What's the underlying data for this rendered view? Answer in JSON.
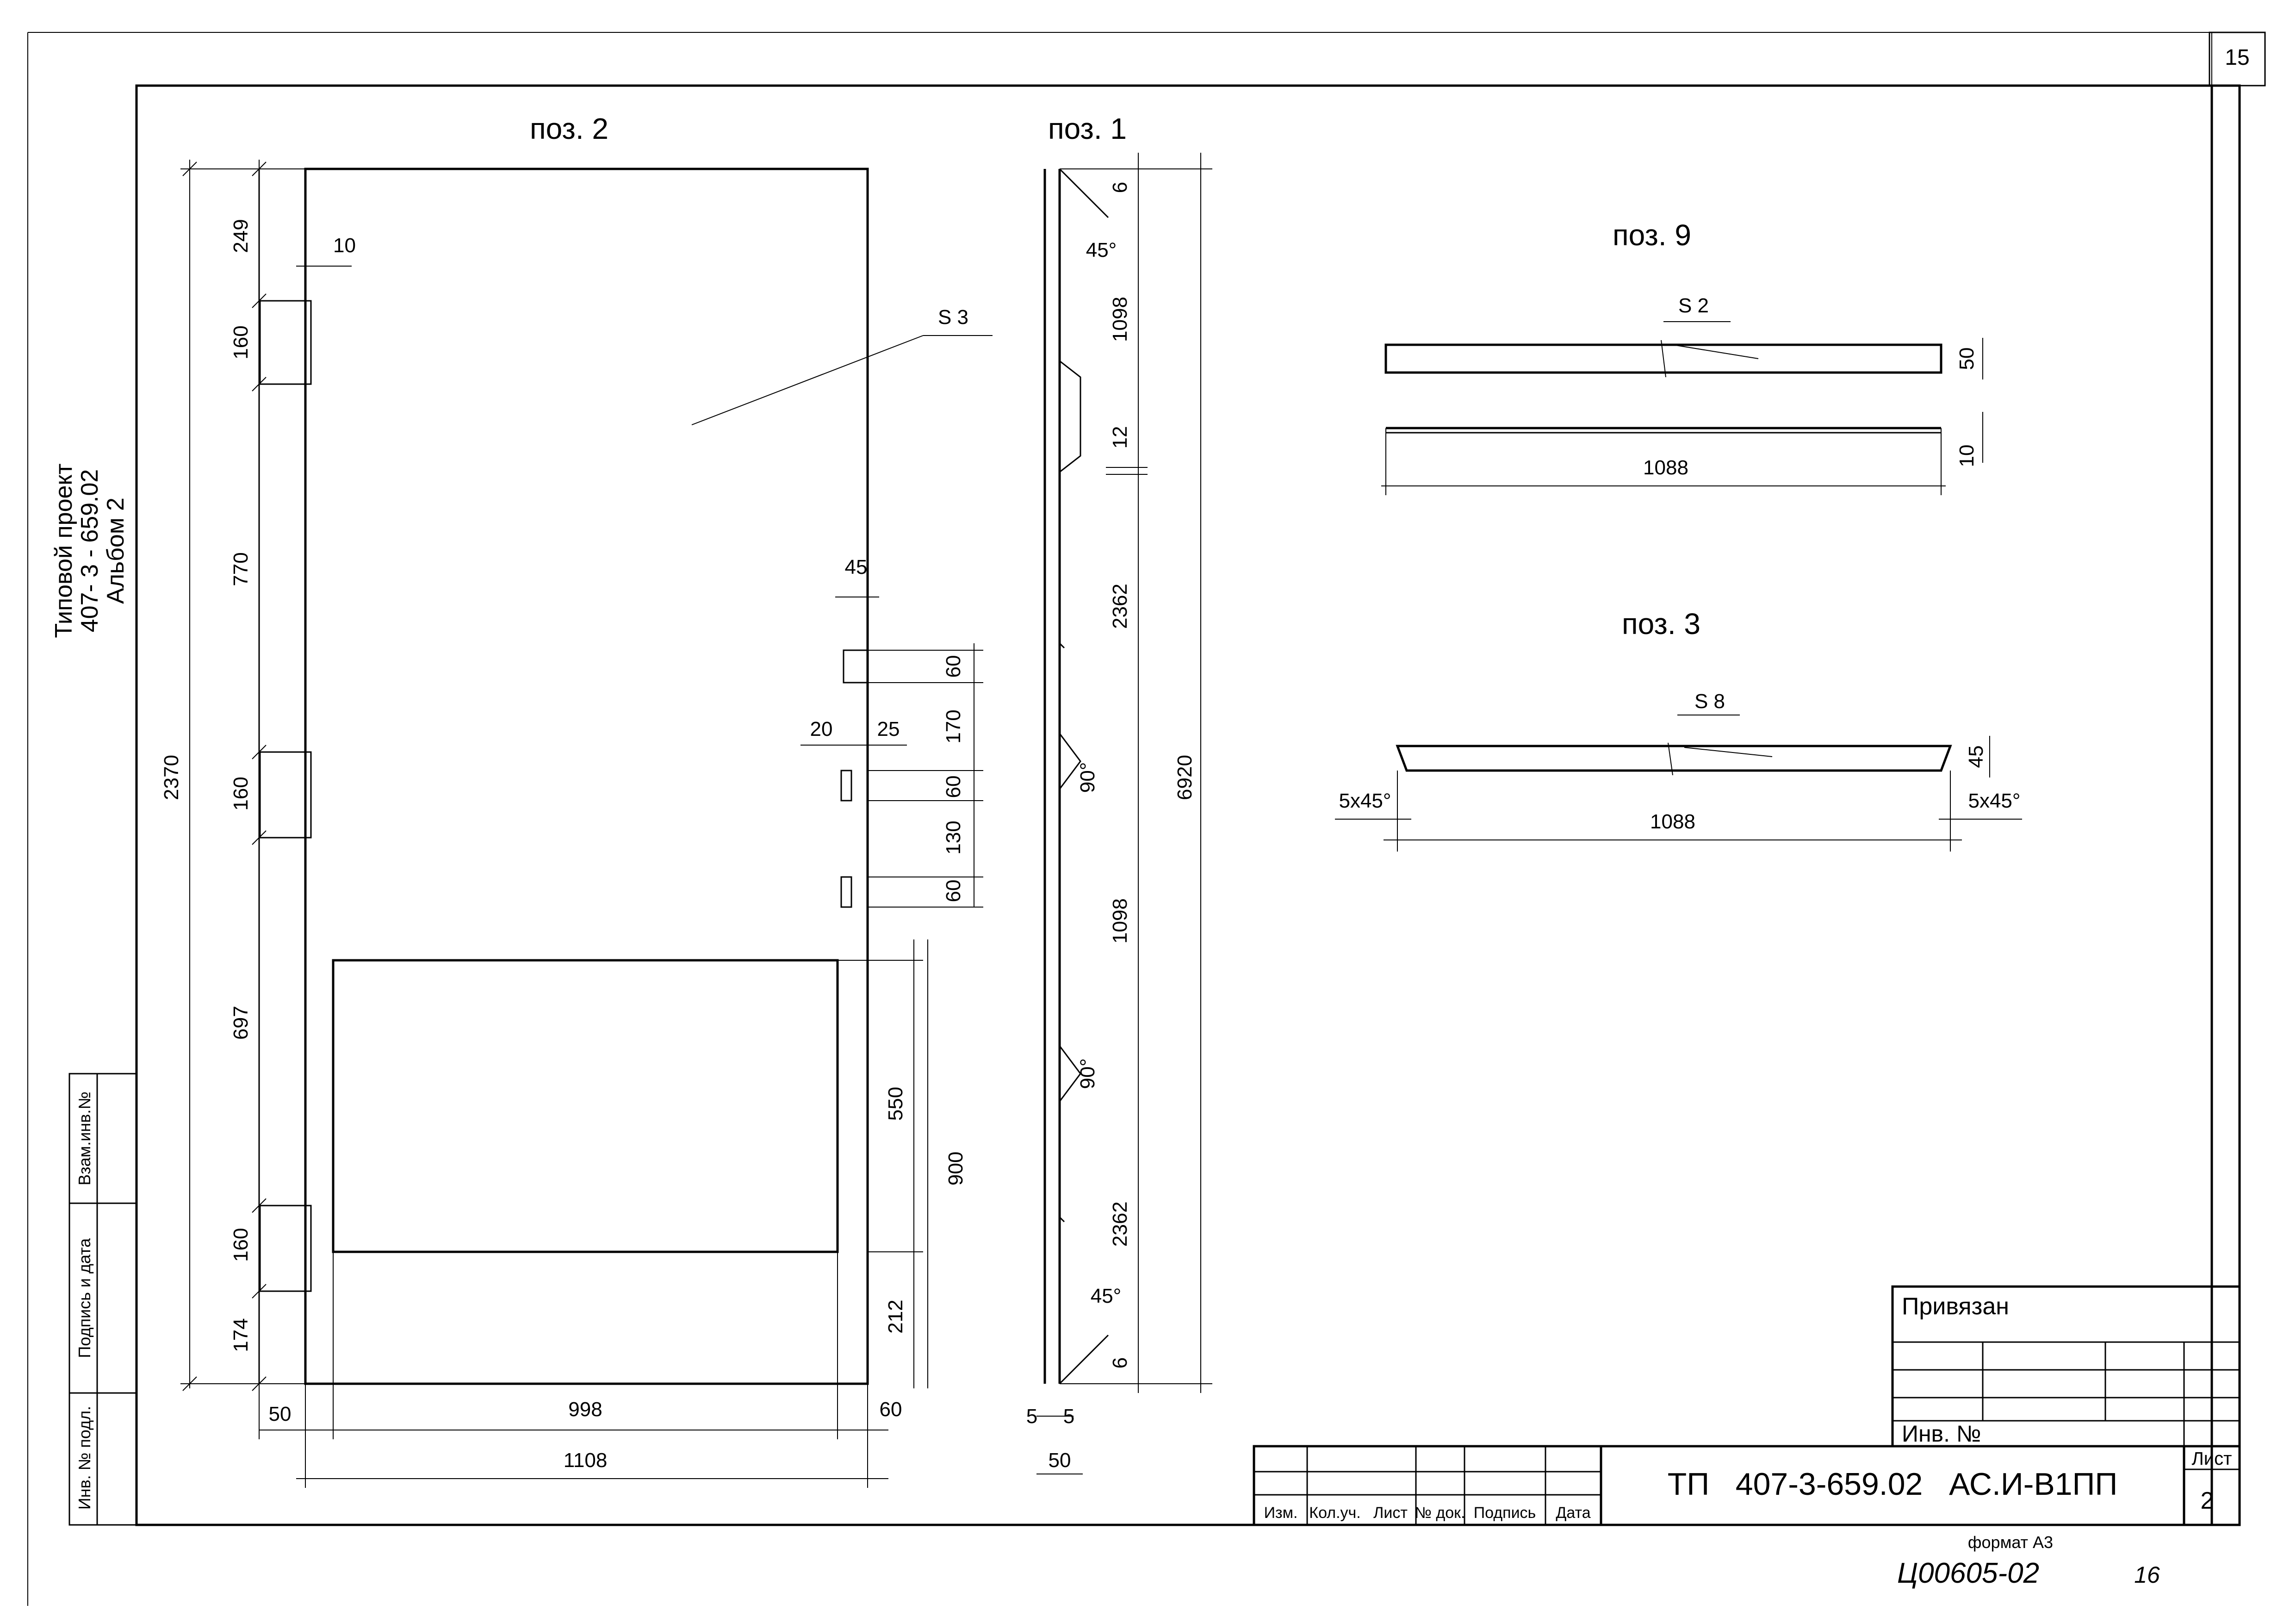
{
  "sheet": {
    "sheet_number": "15",
    "format": "формат А3",
    "handwritten_code": "Ц00605-02",
    "handwritten_page": "16"
  },
  "project_side": {
    "line1": "Типовой проект",
    "line2": "407- 3 - 659.02",
    "line3": "Альбом 2"
  },
  "side_stamp": {
    "col1": "Взам.инв.№",
    "col2": "Подпись и дата",
    "col3": "Инв. № подл."
  },
  "title_block": {
    "privyazan": "Привязан",
    "inv_no": "Инв. №",
    "designation": "ТП   407-3-659.02   АС.И-В1ПП",
    "list_label": "Лист",
    "list_value": "2",
    "cols": [
      "Изм.",
      "Кол.уч.",
      "Лист",
      "№ док.",
      "Подпись",
      "Дата"
    ]
  },
  "pos2": {
    "title": "поз. 2",
    "material": "S 3",
    "left_dims": [
      "249",
      "160",
      "770",
      "160",
      "697",
      "160",
      "174"
    ],
    "overall_height": "2370",
    "hinge_offset": "10",
    "cutout_width": "45",
    "right_dims": [
      "60",
      "170",
      "60",
      "130",
      "60"
    ],
    "slot_offsets": [
      "20",
      "25"
    ],
    "window_dims": [
      "550",
      "212",
      "900"
    ],
    "bottom_dims": [
      "50",
      "998",
      "60",
      "1108"
    ]
  },
  "pos1": {
    "title": "поз. 1",
    "angles": [
      "45°",
      "90°",
      "90°",
      "45°"
    ],
    "segment_dims": [
      "6",
      "1098",
      "12",
      "2362",
      "1098",
      "2362",
      "6"
    ],
    "overall_length": "6920",
    "bottom_dims": [
      "5",
      "5",
      "50"
    ]
  },
  "pos9": {
    "title": "поз. 9",
    "material": "S 2",
    "width": "50",
    "thickness": "10",
    "length": "1088"
  },
  "pos3": {
    "title": "поз. 3",
    "material": "S 8",
    "width": "45",
    "chamfer_left": "5х45°",
    "chamfer_right": "5х45°",
    "length": "1088"
  }
}
